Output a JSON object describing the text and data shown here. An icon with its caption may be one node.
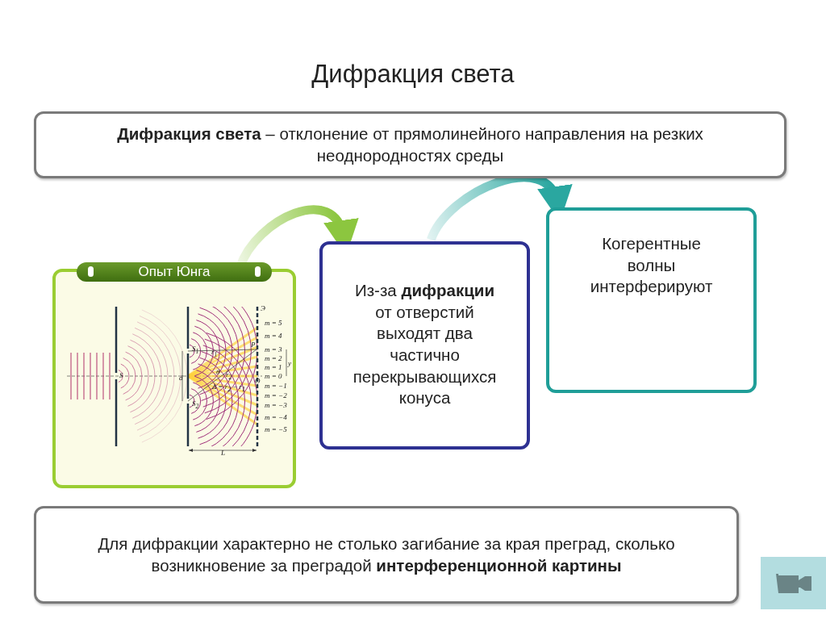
{
  "diagram": {
    "title": "Дифракция света",
    "nodes": [
      {
        "text": [
          "**Дифракция света** – отклонение от прямолинейного направления на резких неоднородностях среды"
        ]
      },
      {
        "text": [
          "Опыт Юнга"
        ]
      },
      {
        "text": [
          "Из-за **дифракции** от отверстий выходят два частично перекрывающихся конуса"
        ]
      },
      {
        "text": [
          "Когерентные волны интерферируют"
        ]
      },
      {
        "text": [
          "Для дифракции характерно не столько загибание за края преград, сколько возникновение за преградой **интерференционной картины**"
        ]
      }
    ],
    "edges": [
      {
        "from": 1,
        "to": 2,
        "arrow": "to",
        "color": "#8cc63f"
      },
      {
        "from": 2,
        "to": 3,
        "arrow": "to",
        "color": "#2aa7a0"
      }
    ],
    "labels": [
      "Э",
      "m = 5",
      "m = 4",
      "S$_{1}$",
      "r$_{1}$",
      "P",
      "m = 3",
      "m = 2",
      "y",
      "m = 1",
      "S",
      "d",
      "θ",
      "r$_{2}$",
      "m = 0",
      "O",
      "m = −1",
      "Δ = r$_{2}$ − r$_{1}$",
      "m = −2",
      "S$_{2}$",
      "m = −3",
      "m = −4",
      "m = −5",
      "L"
    ]
  }
}
